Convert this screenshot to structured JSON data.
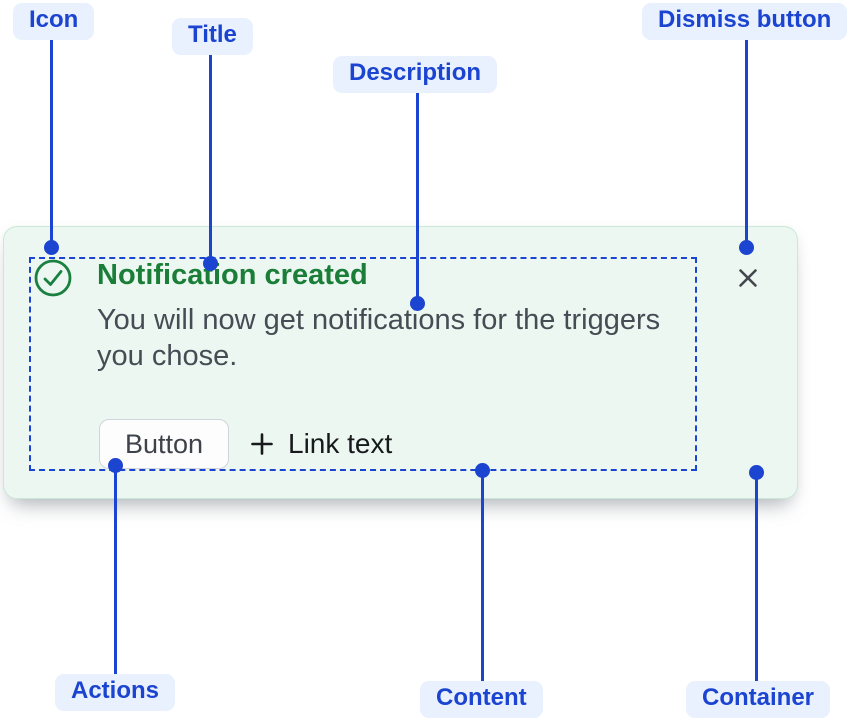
{
  "component": "flag-anatomy",
  "annotations": {
    "icon": "Icon",
    "title": "Title",
    "description": "Description",
    "dismiss_button": "Dismiss button",
    "actions": "Actions",
    "content": "Content",
    "container": "Container"
  },
  "flag": {
    "title": "Notification created",
    "description": "You will now get notifications for the triggers you chose.",
    "button_label": "Button",
    "link_label": "Link text",
    "icons": {
      "status": "success-check-circle-icon",
      "link_prefix": "plus-icon",
      "dismiss": "cross-icon"
    }
  },
  "colors": {
    "annotation_blue": "#1b44d0",
    "annotation_pill_bg": "#e9f0fe",
    "card_background": "#ecf7f1",
    "card_border": "#c9e8d6",
    "success_green": "#1a7e38",
    "description_gray": "#464c54",
    "link_black": "#17191c"
  }
}
